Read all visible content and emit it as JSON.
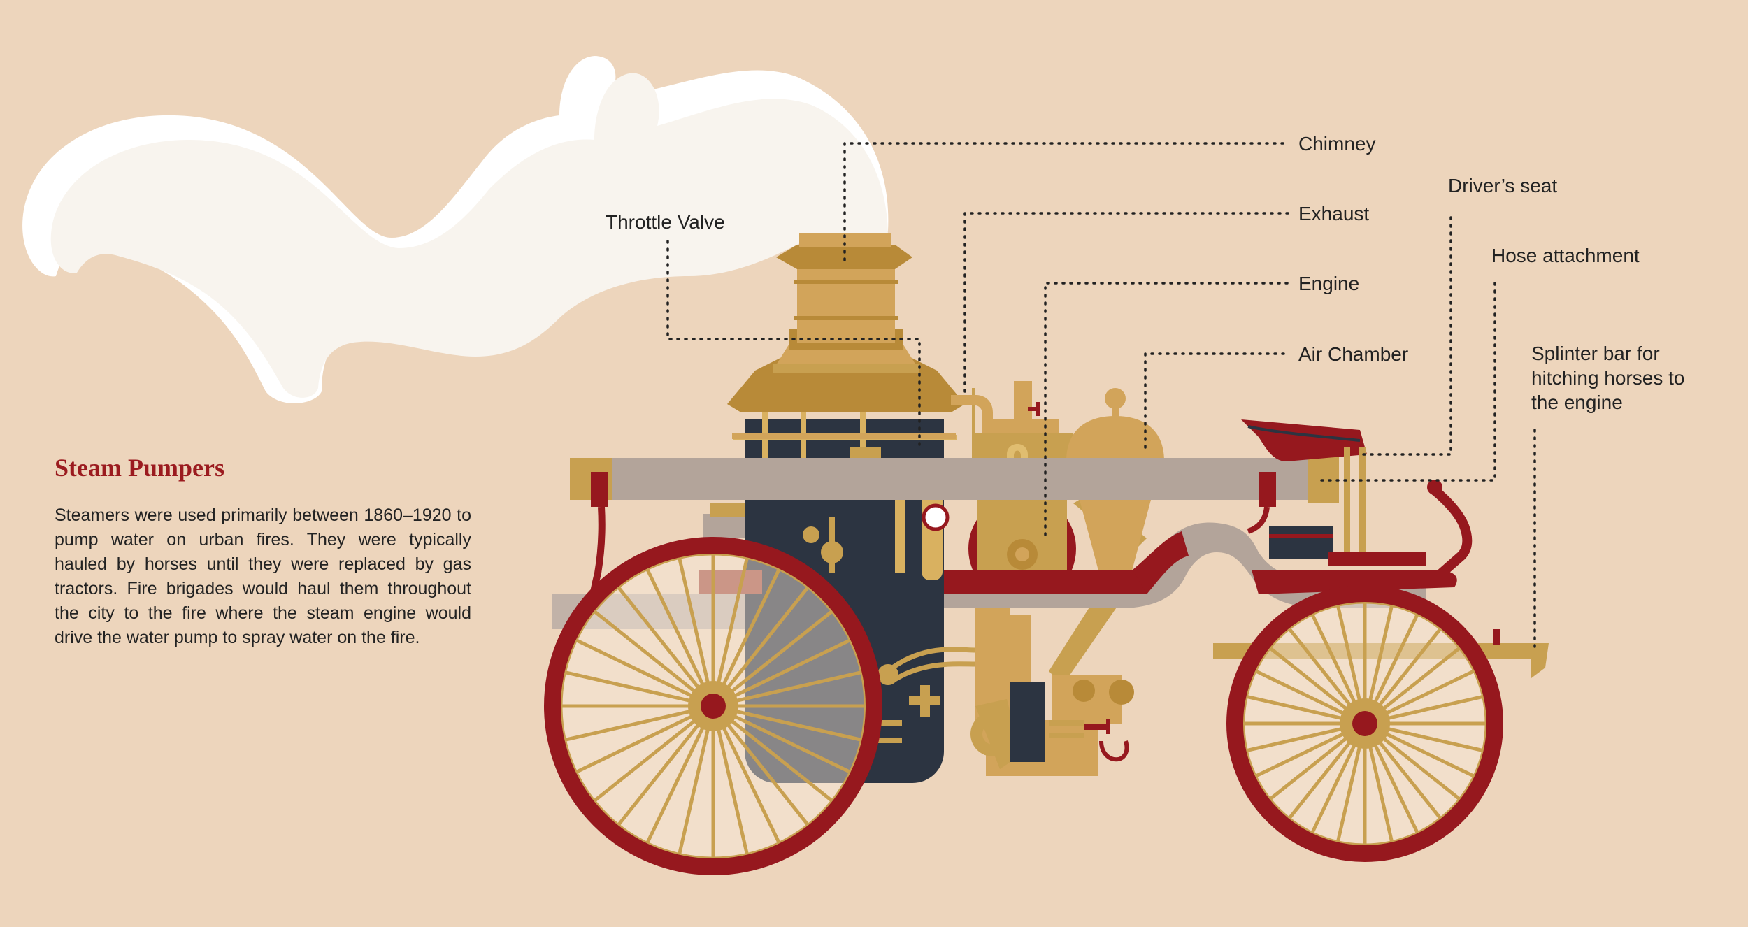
{
  "title": "Steam Pumpers",
  "description": "Steamers were used primarily between 1860–1920 to pump water on urban fires. They were typically hauled by horses until they were replaced by gas tractors. Fire brigades would haul them throughout the city to the fire where the steam engine would drive the water pump to spray water on the fire.",
  "labels": {
    "chimney": "Chimney",
    "exhaust": "Exhaust",
    "engine": "Engine",
    "air_chamber": "Air Chamber",
    "throttle_valve": "Throttle Valve",
    "drivers_seat": "Driver’s seat",
    "hose_attachment": "Hose attachment",
    "splinter_bar": "Splinter bar for\nhitching horses to\nthe engine"
  },
  "colors": {
    "background": "#EDD5BC",
    "red": "#96181E",
    "gold": "#C8A050",
    "dark_gold": "#B88A38",
    "navy": "#2C3441",
    "grey": "#B3A49A",
    "smoke": "#F8F4EE"
  }
}
